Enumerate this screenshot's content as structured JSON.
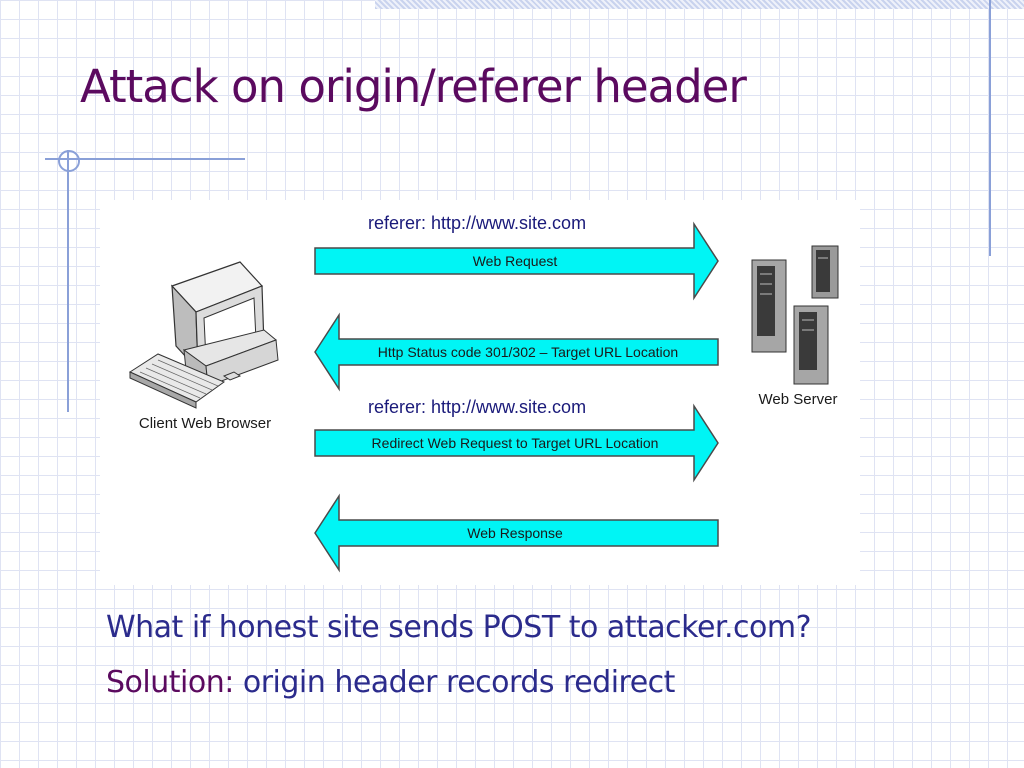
{
  "slide": {
    "title": "Attack on origin/referer header"
  },
  "diagram": {
    "client_label": "Client Web Browser",
    "server_label": "Web Server",
    "referer_1": "referer: http://www.site.com",
    "referer_2": "referer: http://www.site.com",
    "arrows": [
      {
        "label": "Web Request",
        "direction": "right"
      },
      {
        "label": "Http Status code 301/302 – Target URL Location",
        "direction": "left"
      },
      {
        "label": "Redirect Web Request to Target URL Location",
        "direction": "right"
      },
      {
        "label": "Web Response",
        "direction": "left"
      }
    ],
    "arrow_fill": "#00f5f5",
    "arrow_stroke": "#4a4a4a"
  },
  "bullets": {
    "question": "What if honest site sends POST to attacker.com?",
    "solution_label": "Solution:",
    "solution_text": " origin header records redirect"
  },
  "colors": {
    "title": "#5b0a5f",
    "bullet": "#2b2b8c",
    "accent_lines": "#8aa0d8"
  }
}
